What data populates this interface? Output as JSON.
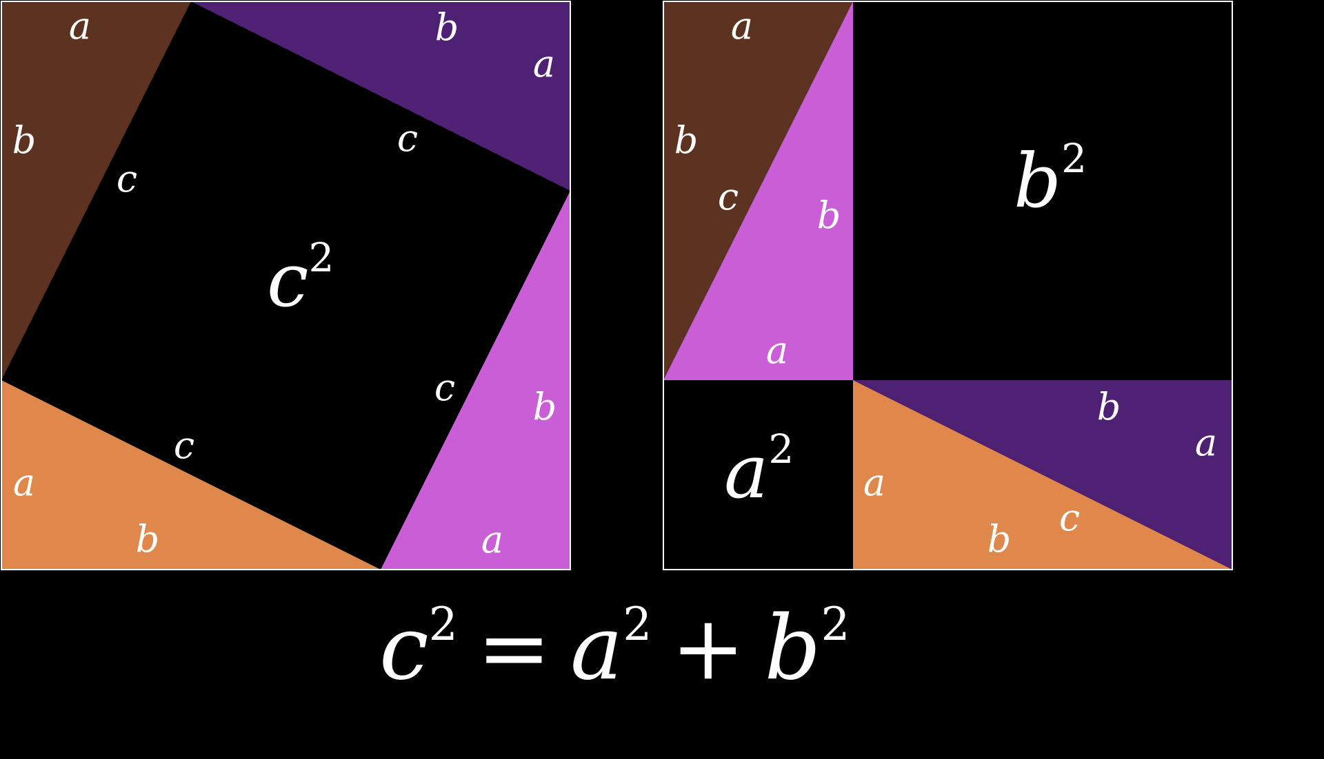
{
  "colors": {
    "background": "#000000",
    "brown": "#5c3320",
    "purple": "#4e2175",
    "pink": "#c95ed6",
    "orange": "#e0884c",
    "square": "#000000",
    "outline": "#ffffff",
    "text": "#ffffff"
  },
  "left_figure": {
    "labels": {
      "brown_a": "a",
      "brown_b": "b",
      "brown_c": "c",
      "purple_b": "b",
      "purple_a": "a",
      "purple_c": "c",
      "pink_c": "c",
      "pink_b": "b",
      "pink_a": "a",
      "orange_c": "c",
      "orange_a": "a",
      "orange_b": "b"
    },
    "area_base": "c",
    "area_exp": "2"
  },
  "right_figure": {
    "labels": {
      "brown_a": "a",
      "brown_b": "b",
      "brown_c": "c",
      "pink_b": "b",
      "pink_a": "a",
      "purple_b": "b",
      "purple_a": "a",
      "orange_a": "a",
      "orange_b": "b",
      "orange_c": "c"
    },
    "b_square_base": "b",
    "b_square_exp": "2",
    "a_square_base": "a",
    "a_square_exp": "2"
  },
  "equation": {
    "c": "c",
    "c_exp": "2",
    "equals": "=",
    "a": "a",
    "a_exp": "2",
    "plus": "+",
    "b": "b",
    "b_exp": "2"
  }
}
